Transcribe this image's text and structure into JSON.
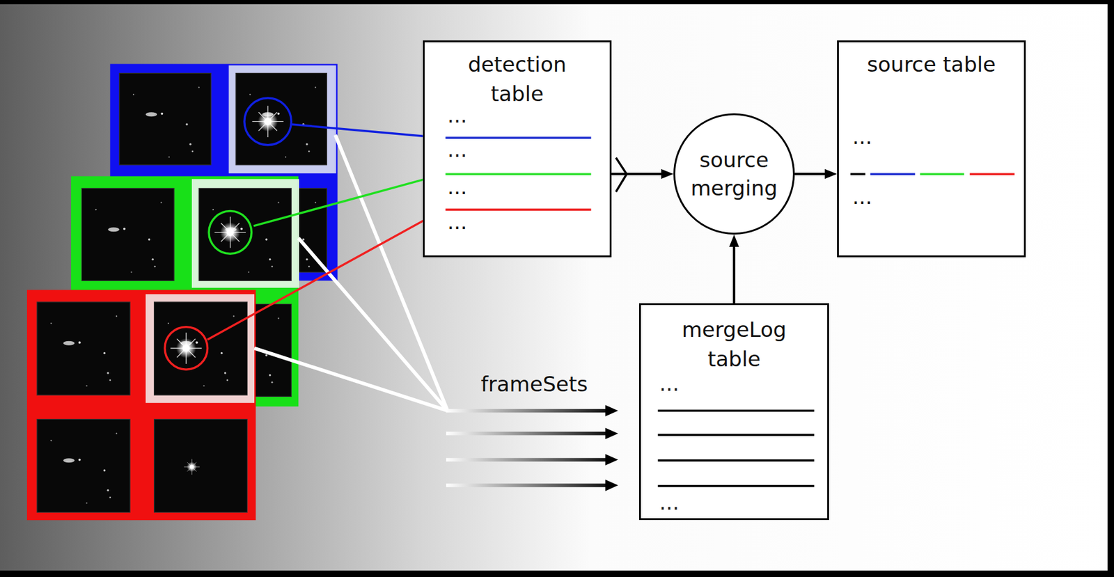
{
  "diagram": {
    "nodes": [
      {
        "text": [
          "detection table",
          "...",
          "...",
          "...",
          "..."
        ]
      },
      {
        "text": [
          "source merging"
        ]
      },
      {
        "text": [
          "source table",
          "...",
          "..."
        ]
      },
      {
        "text": [
          "mergeLog table",
          "...",
          "..."
        ]
      }
    ],
    "edges": [
      {
        "from": 0,
        "to": 1,
        "arrow": "to"
      },
      {
        "from": 3,
        "to": 1,
        "arrow": "to"
      },
      {
        "from": 1,
        "to": 2,
        "arrow": "to"
      }
    ],
    "labels": [
      "frameSets"
    ]
  }
}
